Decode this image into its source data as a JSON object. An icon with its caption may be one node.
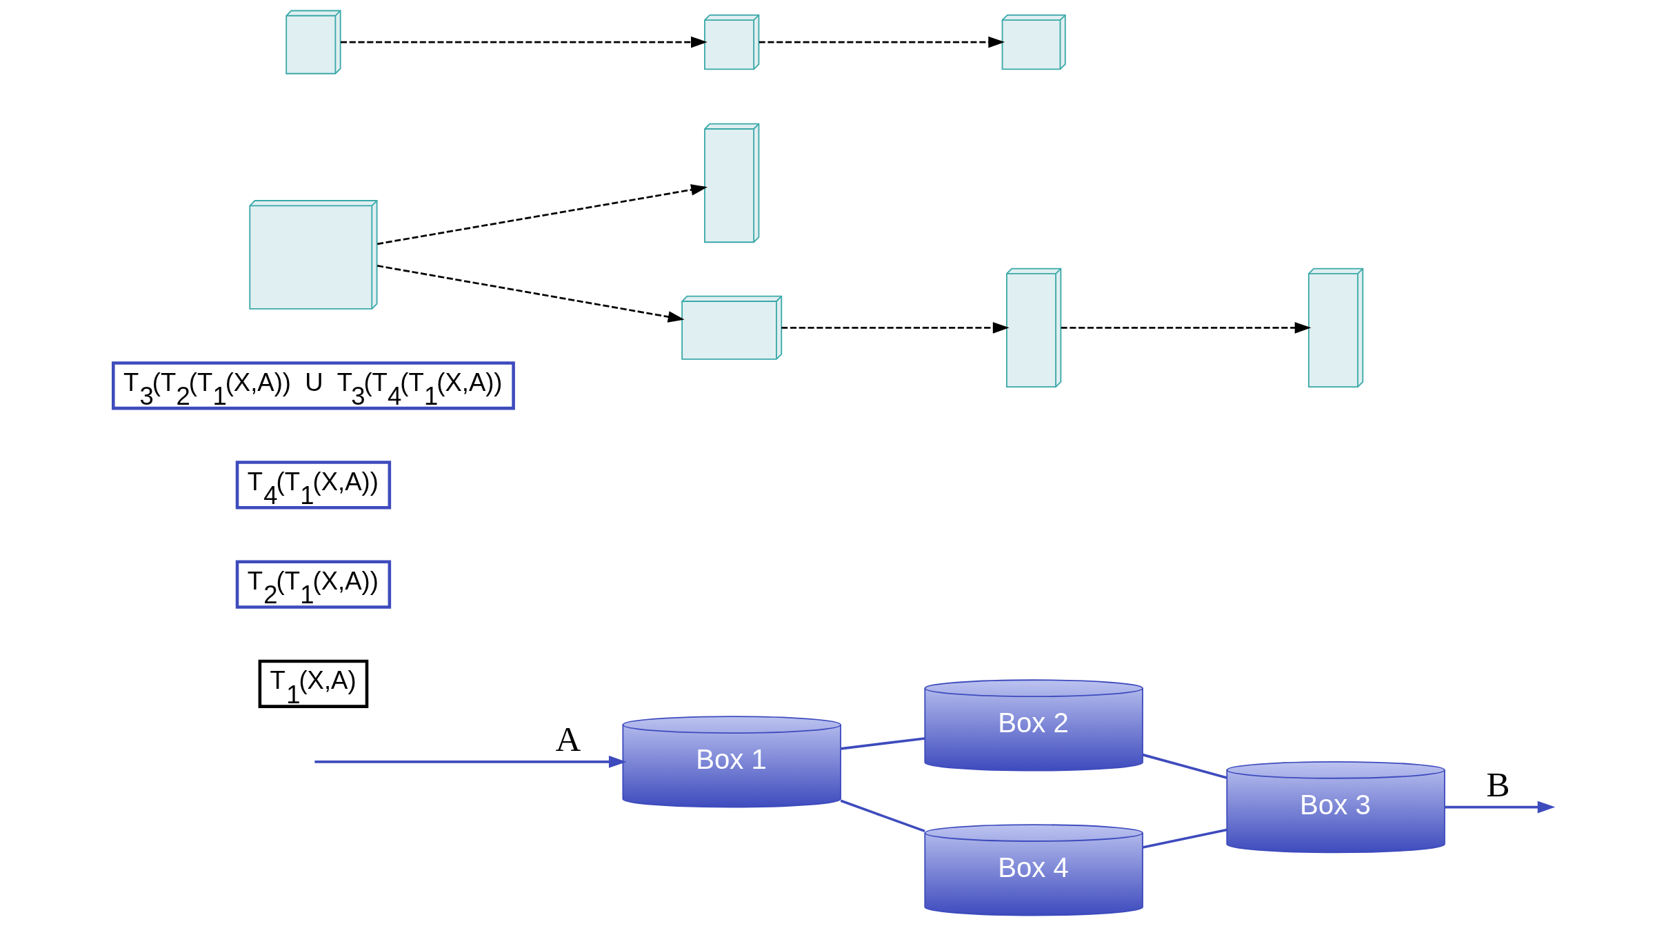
{
  "diagram": {
    "nodes": [
      {
        "text": [
          "Box 1"
        ]
      },
      {
        "text": [
          "Box 2"
        ]
      },
      {
        "text": [
          "Box 3"
        ]
      },
      {
        "text": [
          "Box 4"
        ]
      },
      {
        "text": [
          "T$_{1}$(X,A)"
        ]
      },
      {
        "text": [
          "T$_{2}$(T$_{1}$(X,A))"
        ]
      },
      {
        "text": [
          "T$_{4}$(T$_{1}$(X,A))"
        ]
      },
      {
        "text": [
          "T$_{3}$(T$_{2}$(T$_{1}$(X,A))  U  T$_{3}$(T$_{4}$(T$_{1}$(X,A))"
        ]
      },
      {
        "text": [],
        "shape": "box"
      },
      {
        "text": [],
        "shape": "box"
      },
      {
        "text": [],
        "shape": "box"
      },
      {
        "text": [],
        "shape": "box"
      },
      {
        "text": [],
        "shape": "box"
      },
      {
        "text": [],
        "shape": "box"
      },
      {
        "text": [],
        "shape": "box"
      },
      {
        "text": [],
        "shape": "box"
      }
    ],
    "edges": [
      {
        "from": null,
        "to": 0,
        "arrow": "to",
        "label": "A"
      },
      {
        "from": 0,
        "to": 1,
        "arrow": "none"
      },
      {
        "from": 0,
        "to": 3,
        "arrow": "none"
      },
      {
        "from": 1,
        "to": 2,
        "arrow": "none"
      },
      {
        "from": 3,
        "to": 2,
        "arrow": "none"
      },
      {
        "from": 2,
        "to": null,
        "arrow": "to",
        "label": "B"
      },
      {
        "from": 8,
        "to": 9,
        "arrow": "to",
        "style": "dashed",
        "color": "#000000"
      },
      {
        "from": 8,
        "to": 11,
        "arrow": "to",
        "style": "dashed",
        "color": "#000000"
      },
      {
        "from": 10,
        "to": 12,
        "arrow": "to",
        "style": "dashed",
        "color": "#000000"
      },
      {
        "from": 11,
        "to": 13,
        "arrow": "to",
        "style": "dashed",
        "color": "#000000"
      },
      {
        "from": 12,
        "to": 15,
        "arrow": "to",
        "style": "dashed",
        "color": "#000000"
      },
      {
        "from": 13,
        "to": 14,
        "arrow": "to",
        "style": "dashed",
        "color": "#000000"
      }
    ]
  }
}
